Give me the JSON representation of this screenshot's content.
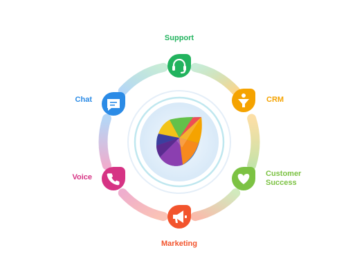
{
  "nodes": [
    {
      "id": "support",
      "label_lines": [
        "Support"
      ],
      "icon": "headset-icon",
      "color": "#22b35e"
    },
    {
      "id": "crm",
      "label_lines": [
        "CRM"
      ],
      "icon": "funnel-icon",
      "color": "#f5a300"
    },
    {
      "id": "customer",
      "label_lines": [
        "Customer",
        "Success"
      ],
      "icon": "heart-icon",
      "color": "#7cc243"
    },
    {
      "id": "marketing",
      "label_lines": [
        "Marketing"
      ],
      "icon": "megaphone-icon",
      "color": "#f2542d"
    },
    {
      "id": "voice",
      "label_lines": [
        "Voice"
      ],
      "icon": "phone-icon",
      "color": "#d63384"
    },
    {
      "id": "chat",
      "label_lines": [
        "Chat"
      ],
      "icon": "chat-icon",
      "color": "#2b8be6"
    }
  ],
  "center": {
    "icon": "logo-leaf-icon"
  }
}
